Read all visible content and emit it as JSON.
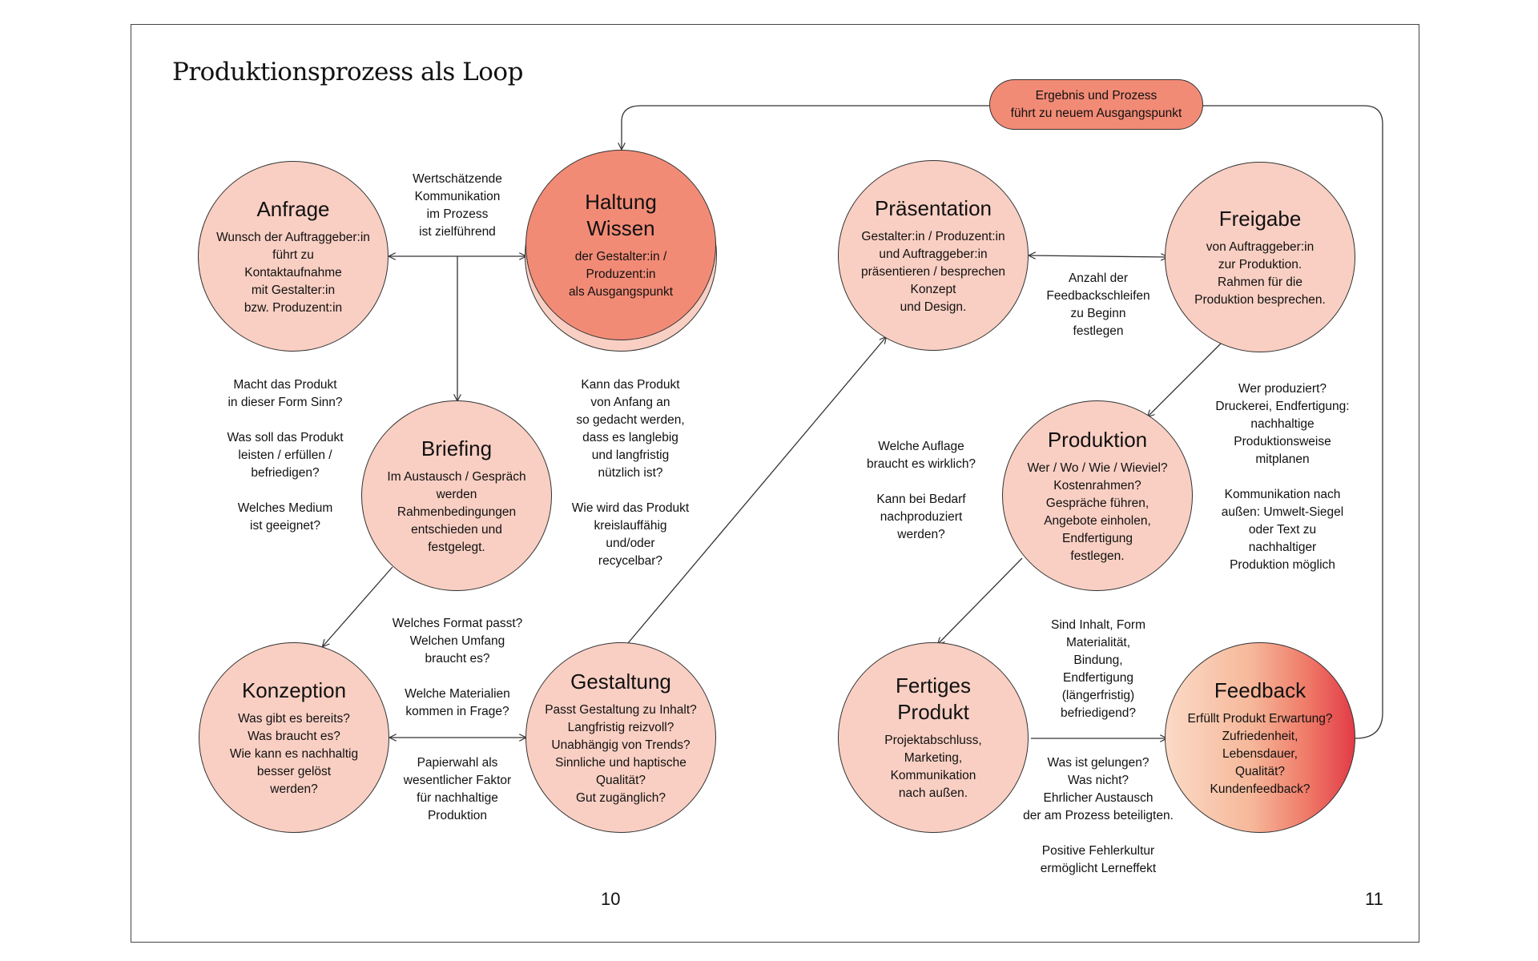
{
  "title": "Produktionsprozess als Loop",
  "loop_label": "Ergebnis und Prozess\nführt zu neuem Ausgangspunkt",
  "nodes": {
    "anfrage": {
      "title": "Anfrage",
      "body": "Wunsch der Auftraggeber:in\nführt zu\nKontaktaufnahme\nmit Gestalter:in\nbzw. Produzent:in"
    },
    "haltung": {
      "title": "Haltung\nWissen",
      "body": "der Gestalter:in /\nProduzent:in\nals Ausgangspunkt"
    },
    "briefing": {
      "title": "Briefing",
      "body": "Im Austausch / Gespräch\nwerden\nRahmenbedingungen\nentschieden und\nfestgelegt."
    },
    "konzeption": {
      "title": "Konzeption",
      "body": "Was gibt es bereits?\nWas braucht es?\nWie kann es nachhaltig\nbesser gelöst\nwerden?"
    },
    "gestaltung": {
      "title": "Gestaltung",
      "body": "Passt Gestaltung zu Inhalt?\nLangfristig reizvoll?\nUnabhängig von Trends?\nSinnliche und haptische\nQualität?\nGut zugänglich?"
    },
    "praesentation": {
      "title": "Präsentation",
      "body": "Gestalter:in / Produzent:in\nund Auftraggeber:in\npräsentieren / besprechen\nKonzept\nund Design."
    },
    "freigabe": {
      "title": "Freigabe",
      "body": "von Auftraggeber:in\nzur Produktion.\nRahmen für die\nProduktion besprechen."
    },
    "produktion": {
      "title": "Produktion",
      "body": "Wer / Wo / Wie / Wieviel?\nKostenrahmen?\nGespräche führen,\nAngebote einholen,\nEndfertigung\nfestlegen."
    },
    "fertiges": {
      "title": "Fertiges\nProdukt",
      "body": "Projektabschluss,\nMarketing,\nKommunikation\nnach außen."
    },
    "feedback": {
      "title": "Feedback",
      "body": "Erfüllt Produkt Erwartung?\nZufriedenheit,\nLebensdauer,\nQualität?\nKundenfeedback?"
    }
  },
  "notes": {
    "kommunikation": "Wertschätzende\nKommunikation\nim Prozess\nist zielführend",
    "sinn": "Macht das Produkt\nin dieser Form Sinn?\n\nWas soll das Produkt\nleisten / erfüllen /\nbefriedigen?\n\nWelches Medium\nist geeignet?",
    "anfang": "Kann das Produkt\nvon Anfang an\nso gedacht werden,\ndass es langlebig\nund langfristig\nnützlich ist?\n\nWie wird das Produkt\nkreislauffähig\nund/oder\nrecycelbar?",
    "format": "Welches Format passt?\nWelchen Umfang\nbraucht es?\n\nWelche Materialien\nkommen in Frage?",
    "papierwahl": "Papierwahl als\nwesentlicher Faktor\nfür nachhaltige\nProduktion",
    "feedbackschleifen": "Anzahl der\nFeedbackschleifen\nzu Beginn\nfestlegen",
    "auflage": "Welche Auflage\nbraucht es wirklich?\n\nKann bei Bedarf\nnachproduziert\nwerden?",
    "produziert": "Wer produziert?\nDruckerei, Endfertigung:\nnachhaltige\nProduktionsweise\nmitplanen\n\nKommunikation nach\naußen: Umwelt-Siegel\noder Text zu\nnachhaltiger\nProduktion möglich",
    "inhalt": "Sind Inhalt, Form\nMaterialität,\nBindung,\nEndfertigung\n(längerfristig)\nbefriedigend?",
    "gelungen": "Was ist gelungen?\nWas nicht?\nEhrlicher Austausch\nder am Prozess beteiligten.\n\nPositive Fehlerkultur\nermöglicht Lerneffekt"
  },
  "page_numbers": {
    "left": "10",
    "right": "11"
  },
  "colors": {
    "node_fill": "#f9cfc3",
    "main_fill": "#f28b76",
    "feedback_accent": "#e23b46",
    "stroke": "#333333"
  }
}
